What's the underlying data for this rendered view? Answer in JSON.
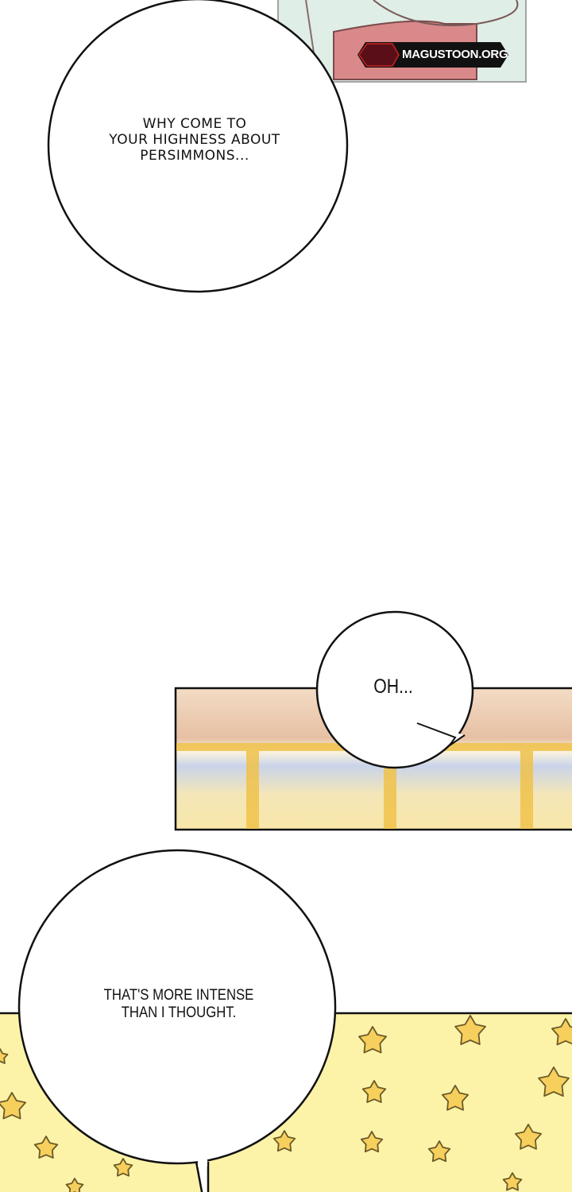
{
  "watermark": {
    "text": "MAGUSTOON.ORG"
  },
  "bubbles": [
    {
      "text": "WHY COME TO\nYOUR HIGHNESS ABOUT\nPERSIMMONS..."
    },
    {
      "text": "OH..."
    },
    {
      "text": "THAT'S MORE INTENSE\nTHAN I THOUGHT."
    }
  ],
  "colors": {
    "panel_top_bg": "#dfeee6",
    "panel_mid_wall": "#e9c3a6",
    "panel_mid_window": "#f6e7a6",
    "panel_bottom_bg": "#fdf3a8",
    "flower": "#f7cf5c",
    "flower_outline": "#6a5a2a"
  }
}
